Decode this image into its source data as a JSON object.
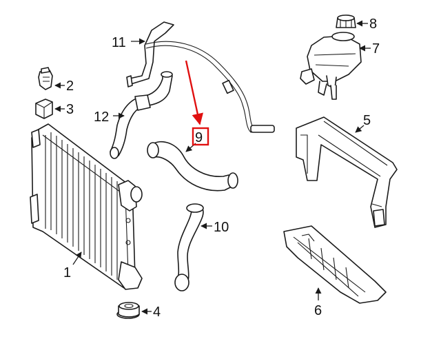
{
  "diagram": {
    "callouts": [
      {
        "id": "c1",
        "label": "1"
      },
      {
        "id": "c2",
        "label": "2"
      },
      {
        "id": "c3",
        "label": "3"
      },
      {
        "id": "c4",
        "label": "4"
      },
      {
        "id": "c5",
        "label": "5"
      },
      {
        "id": "c6",
        "label": "6"
      },
      {
        "id": "c7",
        "label": "7"
      },
      {
        "id": "c8",
        "label": "8"
      },
      {
        "id": "c9",
        "label": "9"
      },
      {
        "id": "c10",
        "label": "10"
      },
      {
        "id": "c11",
        "label": "11"
      },
      {
        "id": "c12",
        "label": "12"
      }
    ],
    "highlight": {
      "label": "9",
      "color": "#e01010"
    },
    "line_color": "#1a1a1a"
  }
}
